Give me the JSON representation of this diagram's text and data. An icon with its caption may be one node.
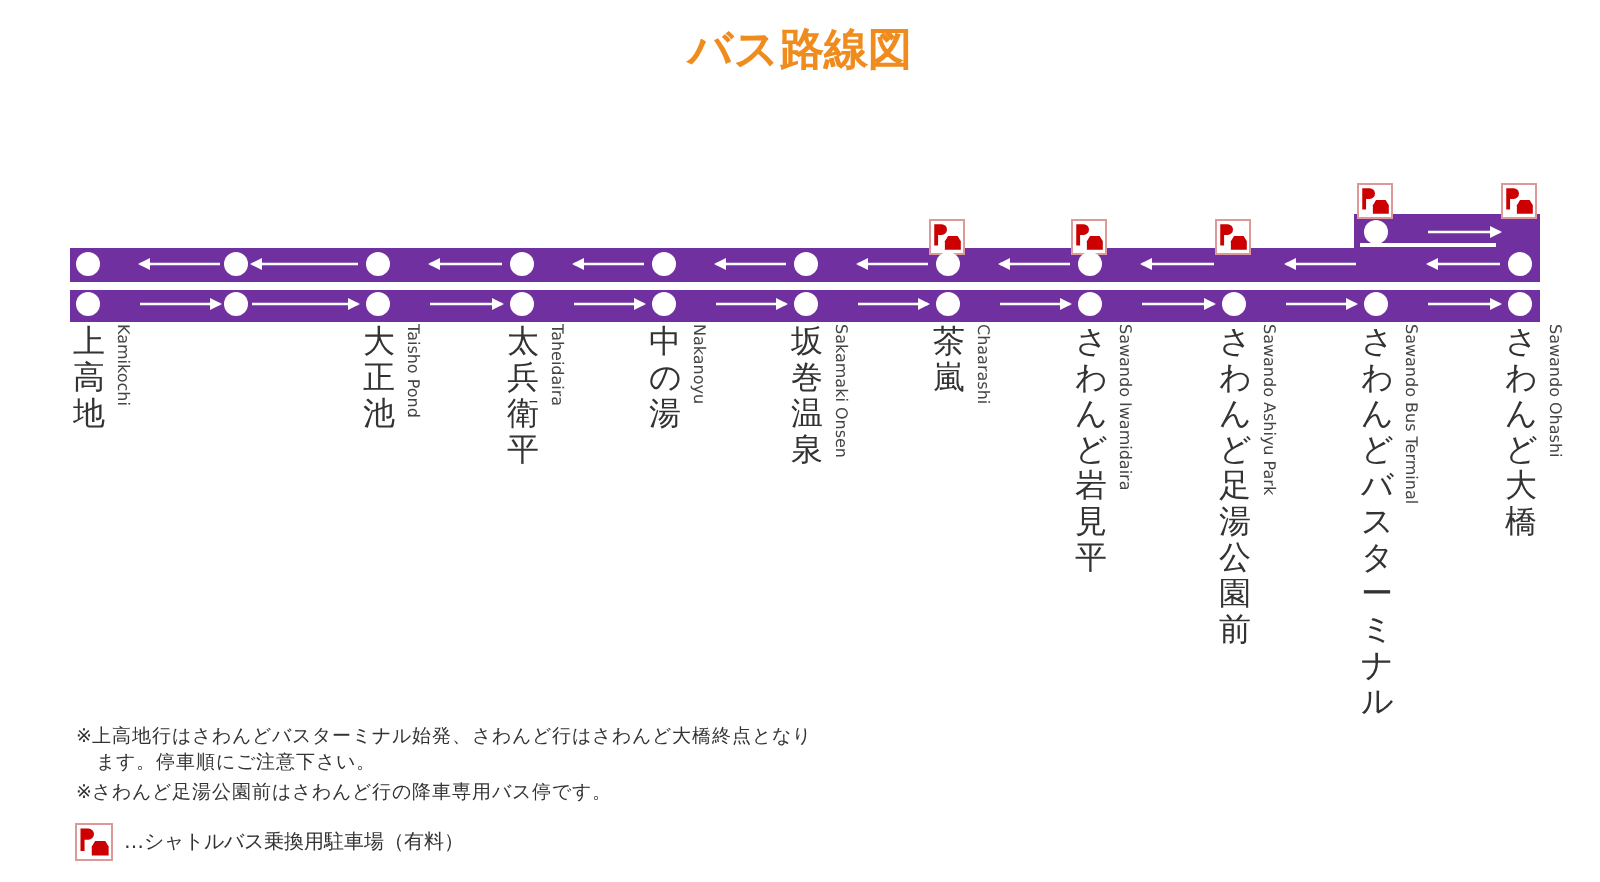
{
  "diagram": {
    "title": "バス路線図",
    "nodes": [
      {
        "text": [
          "上高地",
          "Kamikochi"
        ]
      },
      {
        "text": [],
        "shape": "circle"
      },
      {
        "text": [
          "大正池",
          "Taisho Pond"
        ]
      },
      {
        "text": [
          "太兵衛平",
          "Taheidaira"
        ]
      },
      {
        "text": [
          "中の湯",
          "Nakanoyu"
        ]
      },
      {
        "text": [
          "坂巻温泉",
          "Sakamaki Onsen"
        ]
      },
      {
        "text": [
          "茶嵐",
          "Chaarashi"
        ]
      },
      {
        "text": [
          "さわんど岩見平",
          "Sawando Iwamidaira"
        ]
      },
      {
        "text": [
          "さわんど足湯公園前",
          "Sawando Ashiyu Park"
        ]
      },
      {
        "text": [
          "さわんどバスターミナル",
          "Sawando Bus Terminal"
        ]
      },
      {
        "text": [
          "さわんど大橋",
          "Sawando Ohashi"
        ]
      }
    ],
    "edges": [
      {
        "from": 0,
        "to": 1,
        "arrow": "to"
      },
      {
        "from": 1,
        "to": 2,
        "arrow": "to"
      },
      {
        "from": 2,
        "to": 3,
        "arrow": "to"
      },
      {
        "from": 3,
        "to": 4,
        "arrow": "to"
      },
      {
        "from": 4,
        "to": 5,
        "arrow": "to"
      },
      {
        "from": 5,
        "to": 6,
        "arrow": "to"
      },
      {
        "from": 6,
        "to": 7,
        "arrow": "to"
      },
      {
        "from": 7,
        "to": 8,
        "arrow": "to"
      },
      {
        "from": 8,
        "to": 9,
        "arrow": "to"
      },
      {
        "from": 9,
        "to": 10,
        "arrow": "to"
      },
      {
        "from": 1,
        "to": 0,
        "arrow": "to"
      },
      {
        "from": 2,
        "to": 1,
        "arrow": "to"
      },
      {
        "from": 3,
        "to": 2,
        "arrow": "to"
      },
      {
        "from": 4,
        "to": 3,
        "arrow": "to"
      },
      {
        "from": 5,
        "to": 4,
        "arrow": "to"
      },
      {
        "from": 6,
        "to": 5,
        "arrow": "to"
      },
      {
        "from": 7,
        "to": 6,
        "arrow": "to"
      },
      {
        "from": 8,
        "to": 7,
        "arrow": "to"
      },
      {
        "from": 9,
        "to": 8,
        "arrow": "to"
      },
      {
        "from": 10,
        "to": 9,
        "arrow": "to"
      },
      {
        "from": 9,
        "to": 10,
        "arrow": "to"
      }
    ],
    "labels": [
      "※上高地行はさわんどバスターミナル始発、さわんど行はさわんど大橋終点となります。停車順にご注意下さい。",
      "※さわんど足湯公園前はさわんど行の降車専用バス停です。"
    ],
    "legend": [
      {
        "text": "…シャトルバス乗換用駐車場（有料）"
      }
    ]
  }
}
